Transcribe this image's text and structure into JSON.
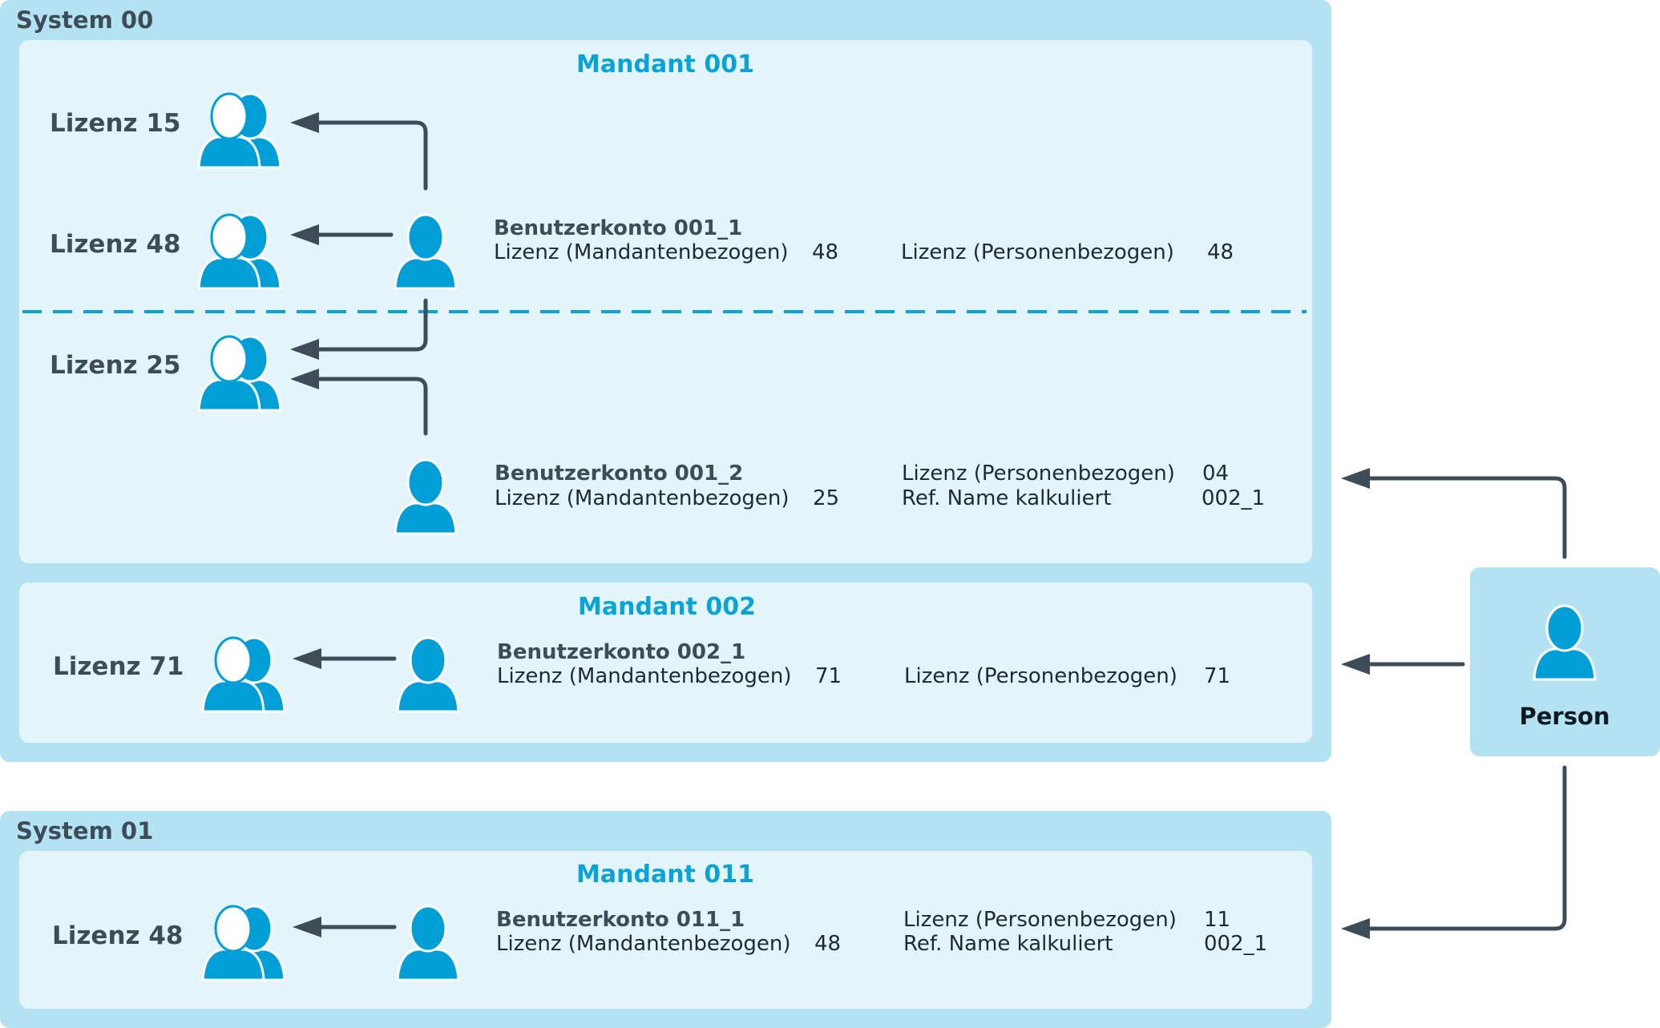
{
  "systems": [
    {
      "title": "System 00"
    },
    {
      "title": "System 01"
    }
  ],
  "mandants": [
    {
      "title": "Mandant 001"
    },
    {
      "title": "Mandant 002"
    },
    {
      "title": "Mandant 011"
    }
  ],
  "licenses": [
    {
      "label": "Lizenz 15"
    },
    {
      "label": "Lizenz 48"
    },
    {
      "label": "Lizenz 25"
    },
    {
      "label": "Lizenz 71"
    },
    {
      "label": "Lizenz 48"
    }
  ],
  "accounts": [
    {
      "name": "Benutzerkonto 001_1",
      "rows": [
        {
          "label": "Lizenz (Mandantenbezogen)",
          "value": "48"
        },
        {
          "label": "Lizenz (Personenbezogen)",
          "value": "48"
        }
      ]
    },
    {
      "name": "Benutzerkonto 001_2",
      "rows": [
        {
          "label": "Lizenz (Personenbezogen)",
          "value": "04"
        },
        {
          "label": "Lizenz (Mandantenbezogen)",
          "value": "25"
        },
        {
          "label": "Ref. Name kalkuliert",
          "value": "002_1"
        }
      ]
    },
    {
      "name": "Benutzerkonto 002_1",
      "rows": [
        {
          "label": "Lizenz (Mandantenbezogen)",
          "value": "71"
        },
        {
          "label": "Lizenz (Personenbezogen)",
          "value": "71"
        }
      ]
    },
    {
      "name": "Benutzerkonto 011_1",
      "rows": [
        {
          "label": "Lizenz (Personenbezogen)",
          "value": "11"
        },
        {
          "label": "Lizenz (Mandantenbezogen)",
          "value": "48"
        },
        {
          "label": "Ref. Name kalkuliert",
          "value": "002_1"
        }
      ]
    }
  ],
  "person": {
    "label": "Person"
  },
  "colors": {
    "system_bg": "#b3e3f2",
    "mandant_bg": "#e3f5fa",
    "accent": "#0aa3d6",
    "icon_fill": "#009fd8",
    "arrow": "#3d4c57",
    "dashed_line": "#0aa3d6"
  },
  "icons": {
    "license": "user-group-icon",
    "account": "user-icon",
    "person": "user-icon"
  }
}
